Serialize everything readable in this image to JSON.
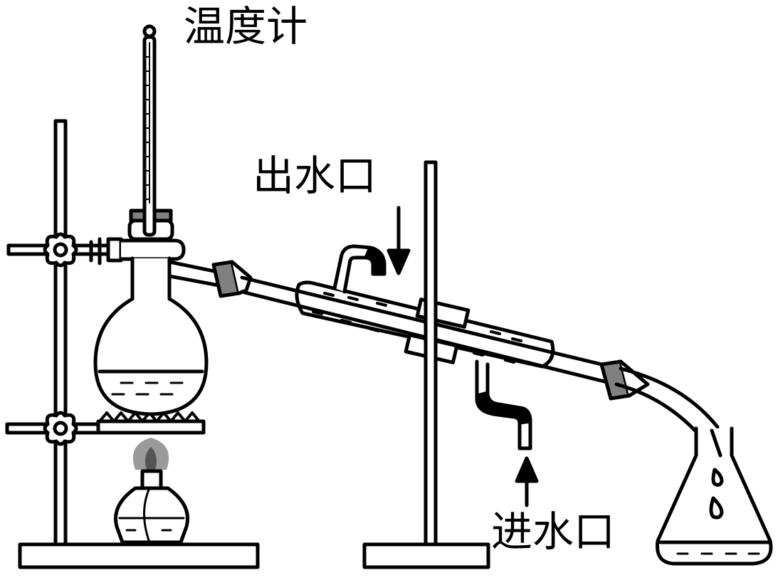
{
  "labels": {
    "thermometer": "温度计",
    "water_outlet": "出水口",
    "water_inlet": "进水口"
  },
  "colors": {
    "stroke": "#000000",
    "stopper": "#808080",
    "flame": "#9a9a9a",
    "background": "#ffffff"
  },
  "icons": {
    "outlet_arrow": "arrow-down-icon",
    "inlet_arrow": "arrow-up-icon",
    "clamp_knob": "clamp-knob-icon",
    "flame": "flame-icon"
  }
}
